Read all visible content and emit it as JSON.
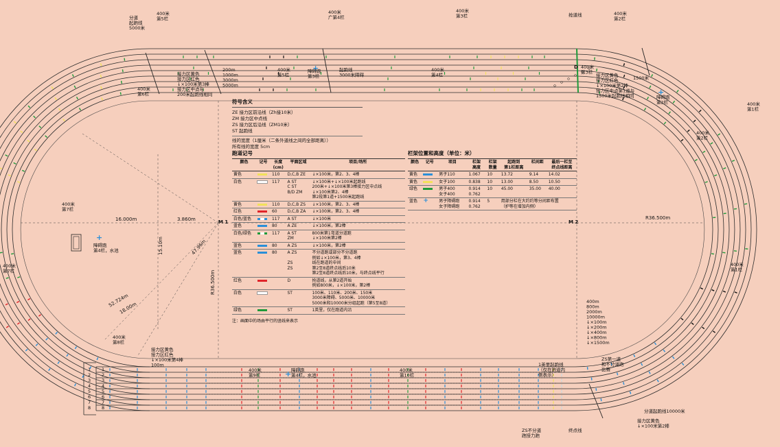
{
  "colors": {
    "background": "#f6cfbd",
    "track_line": "#2b2b2b",
    "yellow": "#f2e15a",
    "white": "#ffffff",
    "red": "#e0242a",
    "blue": "#2a8fd8",
    "green": "#1f9a3a",
    "black": "#111111"
  },
  "labels": {
    "fenxian_start": "分道\n起跑线\n5000米",
    "h5_top_a": "400米\n第5栏",
    "h4_top": "400米\n广第4栏",
    "h3_top": "400米\n第3栏",
    "break_line": "抢道线",
    "h2_top": "400米\n第2栏",
    "h_6": "400米\n第6栏",
    "relay_a": "接力区黄色\n接力区红色\n↓×100米第3棒\n接力区中点与\n200米起跑线相同",
    "start_list": "200m\n1000m\n3000m\n5000m",
    "h5_top_b": "400米\n第5栏",
    "steeple_3": "障碍跑\n第3栏",
    "steeple_start": "起跑线\n3000米障碍",
    "h4_top_b": "400米\n第4栏",
    "d_label": "D",
    "h3_right": "400米\n第3栏",
    "relay_b": "接力区黄色\n接力区红色\n↓×100米第2棒\n接力区中点第1道与\n1500米起跑线相同",
    "m1500": "1500米",
    "steeple_2": "障碍跑\n第2栏",
    "h1_right": "400米\n第1栏",
    "h2_right": "400米\n第2栏",
    "h7_left_a": "400米\n第7栏",
    "steeple_4": "障碍跑\n第4栏，水池",
    "h7_left_b": "400米\n第7栏",
    "h8_left": "400米\n第8栏",
    "relay_c": "接力区黄色\n接力区红色\n↓×100米第4棒\n100m",
    "h9_bottom": "400米\n第9栏",
    "steeple_water": "障碍跑\n第4栏，水池",
    "h10_bottom": "400米\n第10栏",
    "lane_break_note": "1英里起跑线\n（仅在跑道内\n侧表示）",
    "zs_note": "ZS不分道\n跑接力跑",
    "finish": "终点线",
    "zs_first": "ZS第一道\n和不分道跑\n比赛",
    "split_10000": "分道起跑线10000米",
    "relay_d": "接力区黄色\n↓×100米第2棒",
    "h1_right_b": "400米\n第1栏",
    "right_list": "400m\n800m\n2000m\n10000m\n↓×100m\n↓×200m\n↓×400m\n↓×800m\n↓×1500m",
    "m1": "M 1",
    "m2": "M 2",
    "dim_16": "16.000m",
    "dim_3860": "3.860m",
    "dim_r365_right": "R36.500m",
    "dim_r365_left": "R36.500m",
    "dim_1510": "15.10m",
    "dim_4796": "47.96m",
    "dim_5272": "52.724m",
    "dim_1800": "18.00m"
  },
  "symbols": {
    "title": "符号含义",
    "rows": [
      "ZE  接力区前沿线（Zh接10米）",
      "ZM  接力区中点线",
      "ZS  接力区后沿线（ZM10米）",
      "ST  起跑线",
      "线的宽度（1厘米（二条外道线之间的全部距离））",
      "所有线的宽度  5cm"
    ]
  },
  "markings": {
    "title": "跑道记号",
    "headers": [
      "颜色",
      "记号",
      "长度\n(cm)",
      "平面区域",
      "项目/场所"
    ],
    "rows": [
      {
        "color": "黄色",
        "swatch": "yellow",
        "len": "110",
        "area": "D,C,B   ZE",
        "item": "↓×100米，第2、3、4棒"
      },
      {
        "color": "白色",
        "swatch": "white",
        "len": "117",
        "area": "A    ST\nC    ST\nB/D  ZM",
        "item": "↓×100米+↓×100米起跑线\n200米+↓×100米第3棒接力区中点线\n↓×100米第2、4棒\n第2段第1道+1500米起跑线"
      },
      {
        "color": "黄色",
        "swatch": "yellow",
        "len": "110",
        "area": "D,C,B   ZS",
        "item": "↓×100米，第2、3、4棒"
      },
      {
        "color": "红色",
        "swatch": "red",
        "len": "60",
        "area": "D,C,B   ZA",
        "item": "↓×100米，第2、3、4棒"
      },
      {
        "color": "白色/蓝色",
        "swatch": "whiteblue",
        "len": "117",
        "area": "A    ST",
        "item": "↓×100米"
      },
      {
        "color": "蓝色",
        "swatch": "blue",
        "len": "80",
        "area": "A    ZE",
        "item": "↓×100米，第2棒"
      },
      {
        "color": "白色/绿色",
        "swatch": "whitegreen",
        "len": "117",
        "area": "A    ST\n     ZM",
        "item": "800米第1弯道分道跑\n↓×100米第2棒"
      },
      {
        "color": "蓝色",
        "swatch": "blue",
        "len": "80",
        "area": "A    ZS",
        "item": "↓×100米，第2棒"
      },
      {
        "color": "蓝色",
        "swatch": "blue",
        "len": "80",
        "area": "A    ZS\n\n     ZS\n     ZS",
        "item": "不分道跑或部分不分道跑\n例如↓×100米，第3、4棒\n线在跑道的中间\n第2至8道终点线后10米\n第2至8道终点线后10米，与终点线平行"
      },
      {
        "color": "红色",
        "swatch": "red",
        "len": "",
        "area": "D",
        "item": "抢道线，从第2道开始\n例如800米，↓×100米，第2棒"
      },
      {
        "color": "白色",
        "swatch": "white",
        "len": "",
        "area": "     ST",
        "item": "100米、110米、200米、150米\n3000米障碍、5000米、10000米\n5000米和10000米分组起跑（第5至8道）"
      },
      {
        "color": "绿色",
        "swatch": "green",
        "len": "",
        "area": "     ST",
        "item": "1英里，仅在跑道内沿"
      }
    ],
    "note": "注：画面中的场由平行的竖线来表示"
  },
  "hurdles": {
    "title": "栏架位置和高度（单位：米）",
    "headers": [
      "颜色",
      "记号",
      "项目",
      "栏架\n高度",
      "栏架\n数量",
      "起跑到\n第1栏距离",
      "栏间距",
      "最后一栏至\n终点线距离"
    ],
    "rows": [
      {
        "color": "黄色",
        "swatch": "blue",
        "item": "男子110",
        "height": "1.067",
        "count": "10",
        "first": "13.72",
        "gap": "9.14",
        "last": "14.02"
      },
      {
        "color": "黄色",
        "swatch": "yellow",
        "item": "女子100",
        "height": "0.838",
        "count": "10",
        "first": "13.00",
        "gap": "8.50",
        "last": "10.50"
      },
      {
        "color": "绿色",
        "swatch": "green",
        "item": "男子400\n女子400",
        "height": "0.914\n0.762",
        "count": "10",
        "first": "45.00",
        "gap": "35.00",
        "last": "40.00"
      },
      {
        "color": "蓝色",
        "swatch": "cross",
        "item": "男子障碍跑\n女子障碍跑",
        "height": "0.914\n0.762",
        "count": "5",
        "first": "用部分栏在大约约等分间距布置",
        "gap": "（护等在增加内侧）",
        "last": ""
      }
    ]
  }
}
